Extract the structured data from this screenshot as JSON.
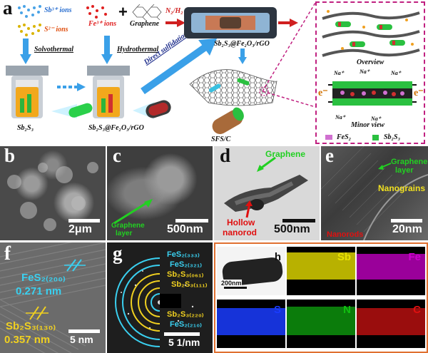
{
  "panel_a": {
    "letter": "a",
    "sb_ions": "Sb³⁺ ions",
    "s_ions": "S²⁻ ions",
    "fe_ions": "Fe³⁺ ions",
    "plus": "+",
    "graphene": "Graphene",
    "gas": "N₂/H₂",
    "solvothermal": "Solvothermal",
    "hydrothermal": "Hydrothermal",
    "direct_sulfidation": "Direct sulfidation",
    "product1": "Sb₂S₃",
    "product2": "Sb₂S₃@Fe₂O₃/rGO",
    "product_tube": "Sb₂S₃@Fe₂O₃/rGO",
    "product3": "SFS/C",
    "overview": "Overview",
    "minor_view": "Minor view",
    "na": "Na⁺",
    "e": "e⁻",
    "legend_fes2": "FeS₂",
    "legend_sb2s3": "Sb₂S₃"
  },
  "panel_b": {
    "letter": "b",
    "scale": "2μm"
  },
  "panel_c": {
    "letter": "c",
    "scale": "500nm",
    "arrow_label_1": "Graphene",
    "arrow_label_2": "layer"
  },
  "panel_d": {
    "letter": "d",
    "scale": "500nm",
    "graphene": "Graphene",
    "hollow_1": "Hollow",
    "hollow_2": "nanorod"
  },
  "panel_e": {
    "letter": "e",
    "scale": "20nm",
    "graphene_1": "Graphene",
    "graphene_2": "layer",
    "nanograins": "Nanograins",
    "nanorods": "Nanorods"
  },
  "panel_f": {
    "letter": "f",
    "scale": "5 nm",
    "fes2_label": "FeS₂₍₂₀₀₎",
    "fes2_d": "0.271 nm",
    "sb2s3_label": "Sb₂S₃₍₁₃₀₎",
    "sb2s3_d": "0.357 nm"
  },
  "panel_g": {
    "letter": "g",
    "scale": "5 1/nm",
    "rings": [
      "FeS₂₍₃₃₃₎",
      "FeS₂₍₃₂₁₎",
      "Sb₂S₃₍₀₆₁₎",
      "Sb₂S₃₍₁₁₁₎",
      "Sb₂S₃₍₂₂₀₎",
      "FeS₂₍₂₁₀₎"
    ]
  },
  "panel_h": {
    "letter": "h",
    "scale": "200nm",
    "elements": [
      "Sb",
      "Fe",
      "S",
      "N",
      "C"
    ],
    "colors": {
      "Sb": "#e8e000",
      "Fe": "#d000d0",
      "S": "#1a3cff",
      "N": "#10c010",
      "C": "#e01010"
    }
  }
}
